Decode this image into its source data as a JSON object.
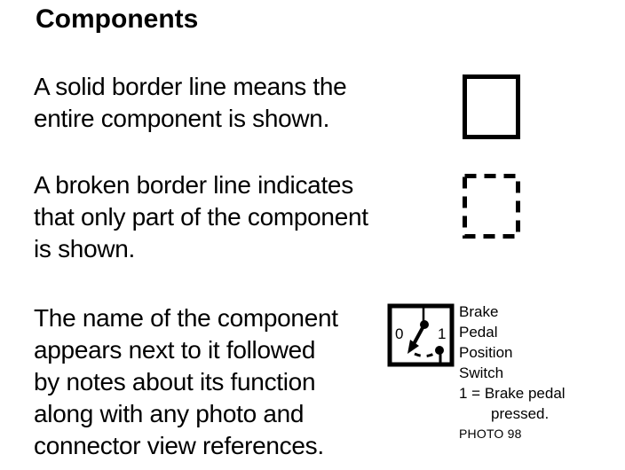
{
  "title": "Components",
  "colors": {
    "ink": "#000000",
    "paper": "#ffffff"
  },
  "sections": {
    "solid_border": {
      "lines": [
        "A solid border line means the",
        "entire component is shown."
      ]
    },
    "broken_border": {
      "lines": [
        "A broken border line indicates",
        "that only part of the component",
        "is shown."
      ]
    },
    "component_name": {
      "lines": [
        "The name of the component",
        "appears next to it followed",
        "by notes about its function",
        "along with any photo and",
        "connector view references."
      ]
    }
  },
  "example": {
    "switch": {
      "off_label": "0",
      "on_label": "1"
    },
    "name_lines": [
      "Brake",
      "Pedal",
      "Position",
      "Switch"
    ],
    "note_lines": [
      "1 = Brake pedal",
      "pressed."
    ],
    "photo_ref": "PHOTO 98"
  }
}
